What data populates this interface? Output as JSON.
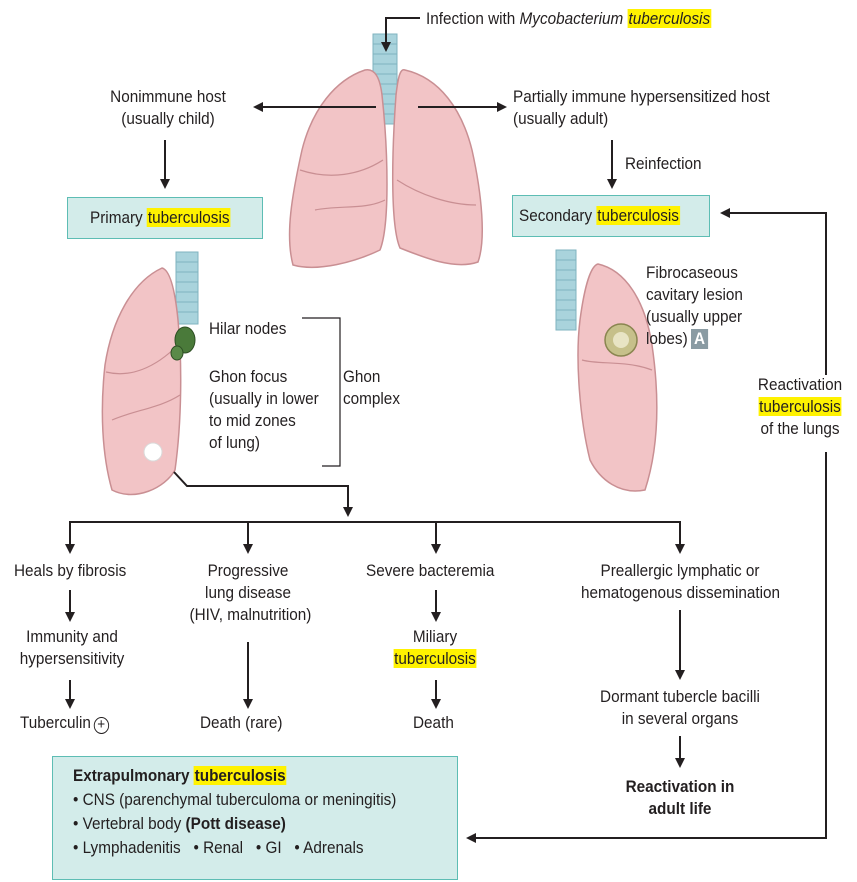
{
  "infection": {
    "prefix": "Infection with ",
    "genus": "Mycobacterium",
    "species": "tuberculosis"
  },
  "nonimmune": {
    "line1": "Nonimmune host",
    "line2": "(usually child)"
  },
  "partially_immune": {
    "line1": "Partially immune hypersensitized host",
    "line2": "(usually adult)"
  },
  "reinfection": "Reinfection",
  "primary": {
    "word": "Primary ",
    "hl": "tuberculosis"
  },
  "secondary": {
    "word": "Secondary ",
    "hl": "tuberculosis"
  },
  "hilar_nodes": "Hilar nodes",
  "ghon_focus": {
    "line1": "Ghon focus",
    "line2": "(usually in lower",
    "line3": "to mid zones",
    "line4": "of lung)"
  },
  "ghon_complex": {
    "line1": "Ghon",
    "line2": "complex"
  },
  "fibrocaseous": {
    "line1": "Fibrocaseous",
    "line2": "cavitary lesion",
    "line3": "(usually upper",
    "line4": "lobes)",
    "tag": "A"
  },
  "reactivation_lungs": {
    "line1": "Reactivation",
    "line2": "tuberculosis",
    "line3": "of the lungs"
  },
  "heals": "Heals by fibrosis",
  "immunity": {
    "line1": "Immunity and",
    "line2": "hypersensitivity"
  },
  "tuberculin": {
    "text": "Tuberculin",
    "symbol": "+"
  },
  "progressive": {
    "line1": "Progressive",
    "line2": "lung disease",
    "line3": "(HIV, malnutrition)"
  },
  "death_rare": "Death (rare)",
  "severe": "Severe bacteremia",
  "miliary": {
    "line1": "Miliary",
    "line2": "tuberculosis"
  },
  "death": "Death",
  "preallergic": {
    "line1": "Preallergic lymphatic or",
    "line2": "hematogenous dissemination"
  },
  "dormant": {
    "line1": "Dormant tubercle bacilli",
    "line2": "in several organs"
  },
  "reactivation_adult": {
    "line1": "Reactivation in",
    "line2": "adult life"
  },
  "extrapulmonary": {
    "title_word": "Extrapulmonary ",
    "title_hl": "tuberculosis",
    "item1": "CNS (parenchymal tuberculoma or meningitis)",
    "item2_plain": "Vertebral body ",
    "item2_bold": "(Pott disease)",
    "item3a": "Lymphadenitis",
    "item3b": "Renal",
    "item3c": "GI",
    "item3d": "Adrenals",
    "bullet": "•"
  },
  "colors": {
    "box_fill": "#d3ecea",
    "box_border": "#5dbdb4",
    "highlight": "#fff200",
    "lung_fill": "#f2c4c6",
    "lung_stroke": "#c98f93",
    "trachea": "#a9d3dc",
    "node": "#4a7a3a"
  }
}
